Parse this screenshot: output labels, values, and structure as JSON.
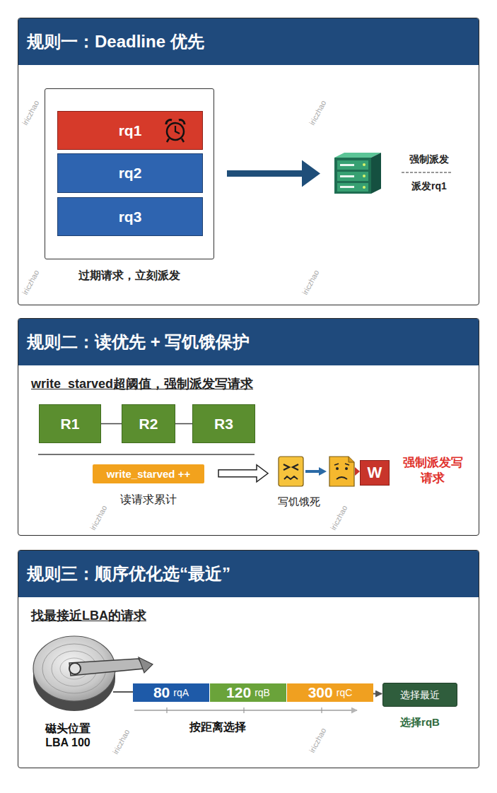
{
  "diagram": {
    "nodes": [
      {
        "text": [
          "规则一：Deadline 优先"
        ]
      },
      {
        "text": [
          "过期请求，立刻派发"
        ],
        "in": 0
      },
      {
        "text": [
          "rq1"
        ],
        "in": 1
      },
      {
        "text": [
          "rq2"
        ],
        "in": 1
      },
      {
        "text": [
          "rq3"
        ],
        "in": 1
      },
      {
        "text": [
          "强制派发",
          "派发rq1"
        ],
        "in": 0
      },
      {
        "text": [
          "规则二：读优先 + 写饥饿保护",
          "write_starved超阈值，强制派发写请求"
        ]
      },
      {
        "text": [
          "R1"
        ],
        "in": 6
      },
      {
        "text": [
          "R2"
        ],
        "in": 6
      },
      {
        "text": [
          "R3"
        ],
        "in": 6
      },
      {
        "text": [
          "write_starved ++",
          "读请求累计"
        ],
        "in": 6
      },
      {
        "text": [
          "写饥饿死"
        ],
        "in": 6
      },
      {
        "text": [
          "W"
        ],
        "in": 11
      },
      {
        "text": [
          "规则三：顺序优化选“最近”",
          "找最接近LBA的请求"
        ]
      },
      {
        "text": [
          "80",
          "rqA"
        ],
        "in": 13
      },
      {
        "text": [
          "120",
          "rqB"
        ],
        "in": 13
      },
      {
        "text": [
          "300",
          "rqC"
        ],
        "in": 13
      },
      {
        "text": [
          "选择最近",
          "选择rqB"
        ],
        "in": 13
      }
    ],
    "edges": [
      {
        "from": 1,
        "to": 5,
        "arrow": "to"
      },
      {
        "from": 7,
        "to": 8,
        "arrow": "none"
      },
      {
        "from": 8,
        "to": 9,
        "arrow": "none"
      },
      {
        "from": 10,
        "to": 11,
        "arrow": "to"
      },
      {
        "from": 16,
        "to": 17,
        "arrow": "to"
      }
    ],
    "labels": [
      "磁头位置 LBA 100",
      "按距离选择",
      "强制派发写请求",
      "iriczhao",
      "iriczhao",
      "iriczhao",
      "iriczhao",
      "iriczhao",
      "iriczhao",
      "iriczhao",
      "iriczhao"
    ]
  }
}
